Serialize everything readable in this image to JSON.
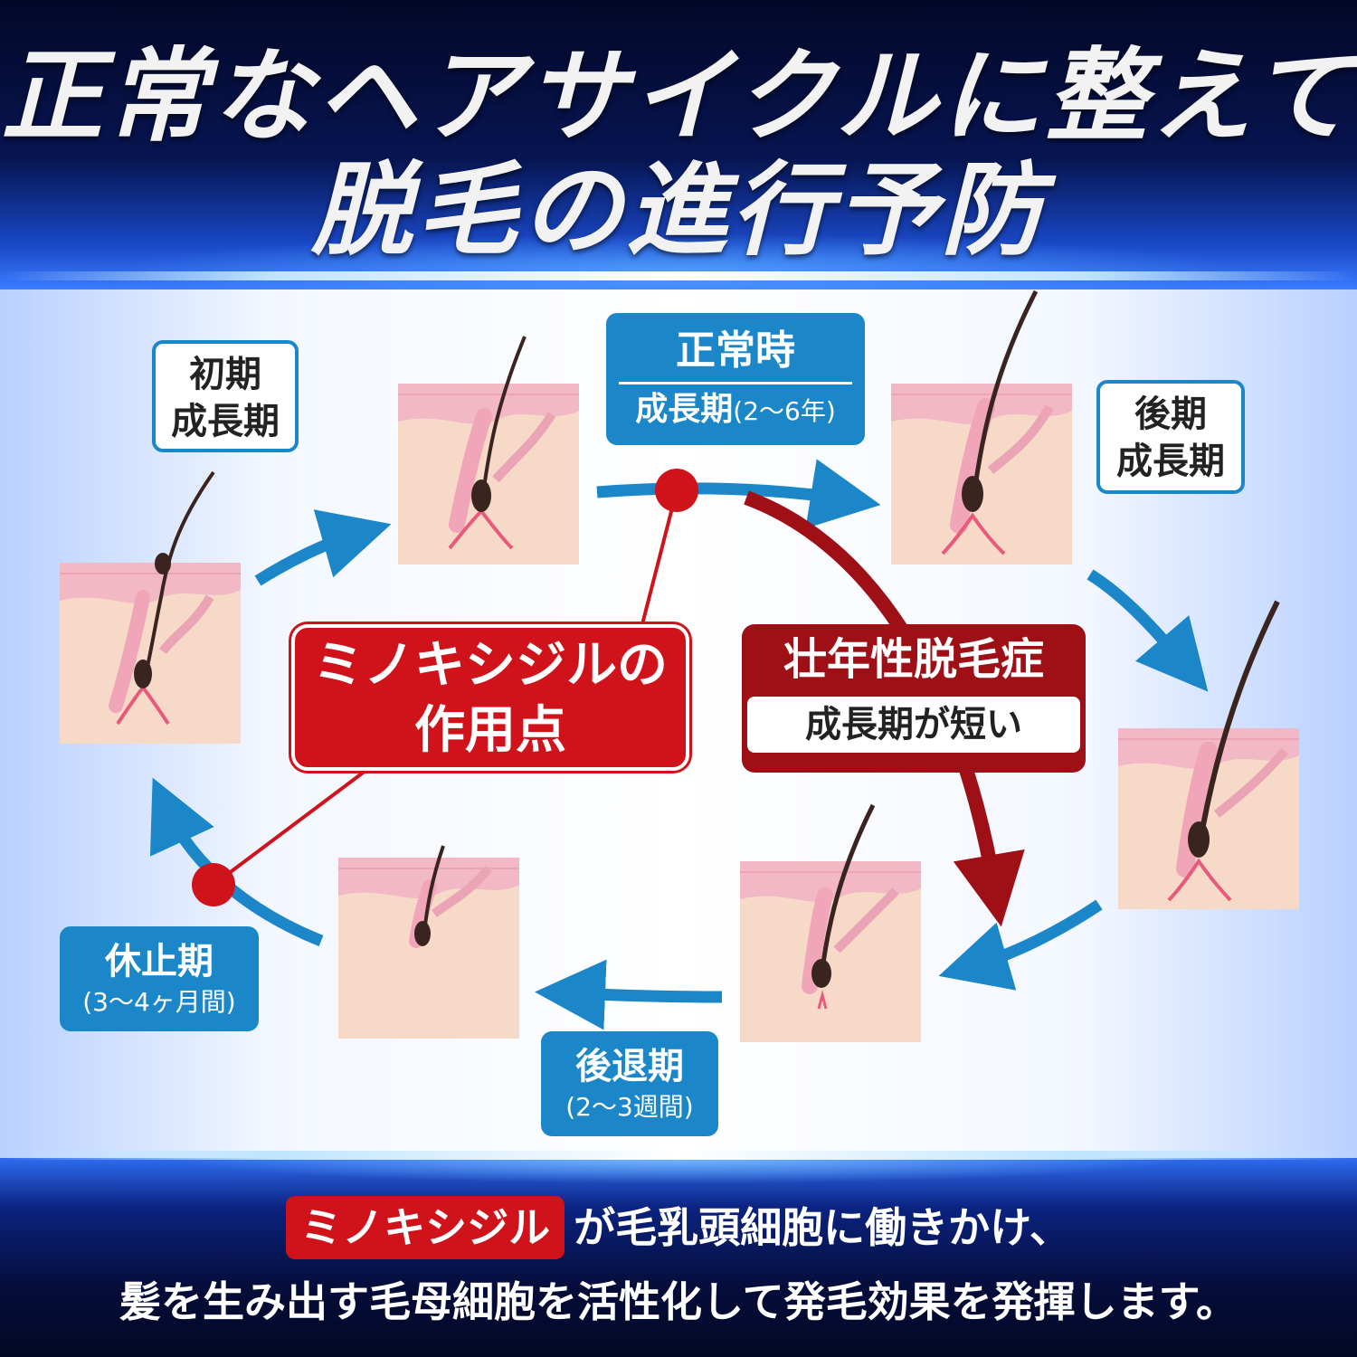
{
  "title": {
    "line1": "正常なヘアサイクルに整えて",
    "line2": "脱毛の進行予防"
  },
  "stages": {
    "early_growth": {
      "line1": "初期",
      "line2": "成長期"
    },
    "late_growth": {
      "line1": "後期",
      "line2": "成長期"
    },
    "normal": {
      "title": "正常時",
      "sub_main": "成長期",
      "sub_note": "(2〜6年)"
    },
    "rest": {
      "main": "休止期",
      "note": "(3〜4ヶ月間)"
    },
    "regression": {
      "main": "後退期",
      "note": "(2〜3週間)"
    }
  },
  "callouts": {
    "minoxidil_point": {
      "line1": "ミノキシジルの",
      "line2": "作用点"
    },
    "aga": {
      "title": "壮年性脱毛症",
      "sub": "成長期が短い"
    }
  },
  "bottom": {
    "badge": "ミノキシジル",
    "line1_rest": "が毛乳頭細胞に働きかけ、",
    "line2": "髪を生み出す毛母細胞を活性化して発毛効果を発揮します。"
  },
  "colors": {
    "arrow_blue": "#1b87c9",
    "accent_red": "#d0121b",
    "dark_red": "#9e0f16",
    "skin": "#f7d9c8",
    "skin_top": "#f2b8c6"
  }
}
